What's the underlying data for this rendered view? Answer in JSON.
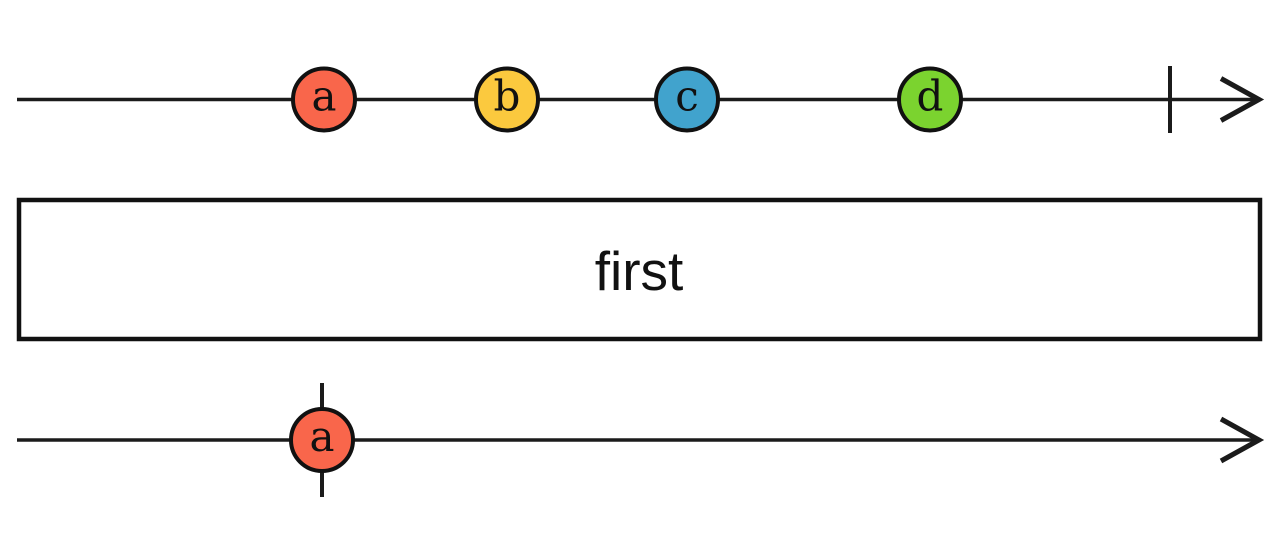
{
  "operator": {
    "label": "first"
  },
  "colors": {
    "page_background": "#ffffff",
    "line_color": "#1b1b1b",
    "marble_stroke": "#111111",
    "box_background": "#ffffff",
    "text_color": "#111111"
  },
  "input_stream": {
    "marbles": [
      {
        "label": "a",
        "color": "#f9664b"
      },
      {
        "label": "b",
        "color": "#fbc93e"
      },
      {
        "label": "c",
        "color": "#41a3cd"
      },
      {
        "label": "d",
        "color": "#7bd32f"
      }
    ],
    "completed": true
  },
  "output_stream": {
    "marbles": [
      {
        "label": "a",
        "color": "#f9664b"
      }
    ],
    "completed": true
  }
}
